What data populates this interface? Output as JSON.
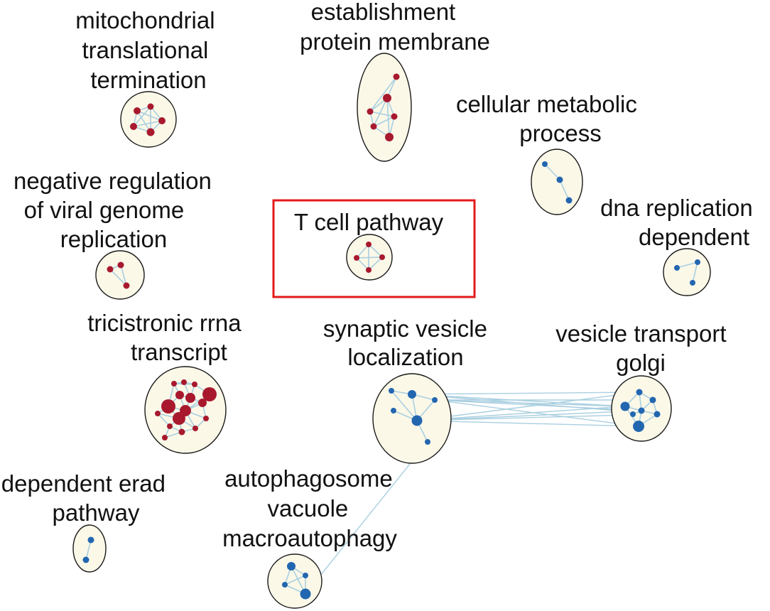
{
  "colors": {
    "red_node": "#a8192e",
    "blue_node": "#2366b0",
    "edge": "#a9cfe0",
    "cluster_fill": "#fbf8e8",
    "highlight": "#e3191c"
  },
  "clusters": [
    {
      "id": "mito",
      "label_lines": [
        "mitochondrial",
        "translational",
        "termination"
      ],
      "node_color": "red"
    },
    {
      "id": "estab",
      "label_lines": [
        "establishment",
        "protein membrane"
      ],
      "node_color": "red"
    },
    {
      "id": "cellmeta",
      "label_lines": [
        "cellular metabolic",
        "process"
      ],
      "node_color": "blue"
    },
    {
      "id": "negreg",
      "label_lines": [
        "negative regulation",
        "of viral genome",
        "replication"
      ],
      "node_color": "red"
    },
    {
      "id": "tcell",
      "label_lines": [
        "T cell pathway"
      ],
      "node_color": "red",
      "highlighted": true
    },
    {
      "id": "dnarep",
      "label_lines": [
        "dna replication",
        "dependent"
      ],
      "node_color": "blue"
    },
    {
      "id": "tricis",
      "label_lines": [
        "tricistronic rrna",
        "transcript"
      ],
      "node_color": "red"
    },
    {
      "id": "synap",
      "label_lines": [
        "synaptic vesicle",
        "localization"
      ],
      "node_color": "blue"
    },
    {
      "id": "vesic",
      "label_lines": [
        "vesicle transport",
        "golgi"
      ],
      "node_color": "blue"
    },
    {
      "id": "erad",
      "label_lines": [
        "dependent erad",
        "pathway"
      ],
      "node_color": "blue"
    },
    {
      "id": "autoph",
      "label_lines": [
        "autophagosome",
        "vacuole",
        "macroautophagy"
      ],
      "node_color": "blue"
    }
  ]
}
